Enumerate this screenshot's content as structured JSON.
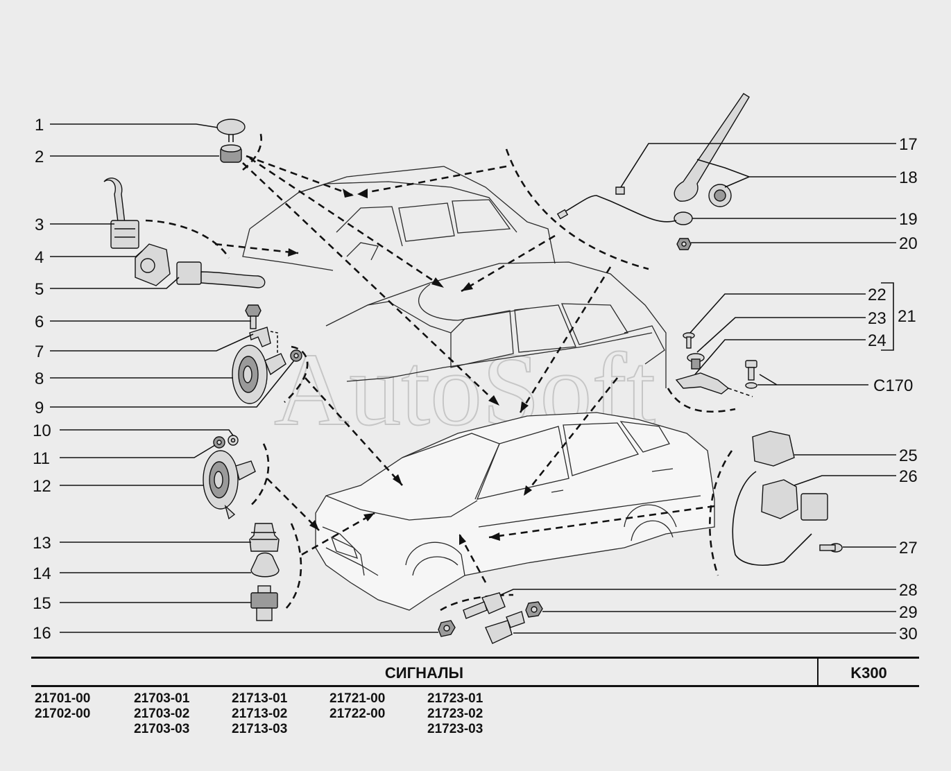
{
  "header": {
    "title": "СИГНАЛЫ",
    "code": "K300"
  },
  "watermark": "AutoSoft",
  "callouts": [
    {
      "label": "1"
    },
    {
      "label": "2"
    },
    {
      "label": "3"
    },
    {
      "label": "4"
    },
    {
      "label": "5"
    },
    {
      "label": "6"
    },
    {
      "label": "7"
    },
    {
      "label": "8"
    },
    {
      "label": "9"
    },
    {
      "label": "10"
    },
    {
      "label": "11"
    },
    {
      "label": "12"
    },
    {
      "label": "13"
    },
    {
      "label": "14"
    },
    {
      "label": "15"
    },
    {
      "label": "16"
    },
    {
      "label": "17"
    },
    {
      "label": "18"
    },
    {
      "label": "19"
    },
    {
      "label": "20"
    },
    {
      "label": "22"
    },
    {
      "label": "23"
    },
    {
      "label": "24"
    },
    {
      "label": "21"
    },
    {
      "label": "C170"
    },
    {
      "label": "25"
    },
    {
      "label": "26"
    },
    {
      "label": "27"
    },
    {
      "label": "28"
    },
    {
      "label": "29"
    },
    {
      "label": "30"
    }
  ],
  "models": [
    [
      "21701-00",
      "21702-00"
    ],
    [
      "21703-01",
      "21703-02",
      "21703-03"
    ],
    [
      "21713-01",
      "21713-02",
      "21713-03"
    ],
    [
      "21721-00",
      "21722-00"
    ],
    [
      "21723-01",
      "21723-02",
      "21723-03"
    ]
  ]
}
